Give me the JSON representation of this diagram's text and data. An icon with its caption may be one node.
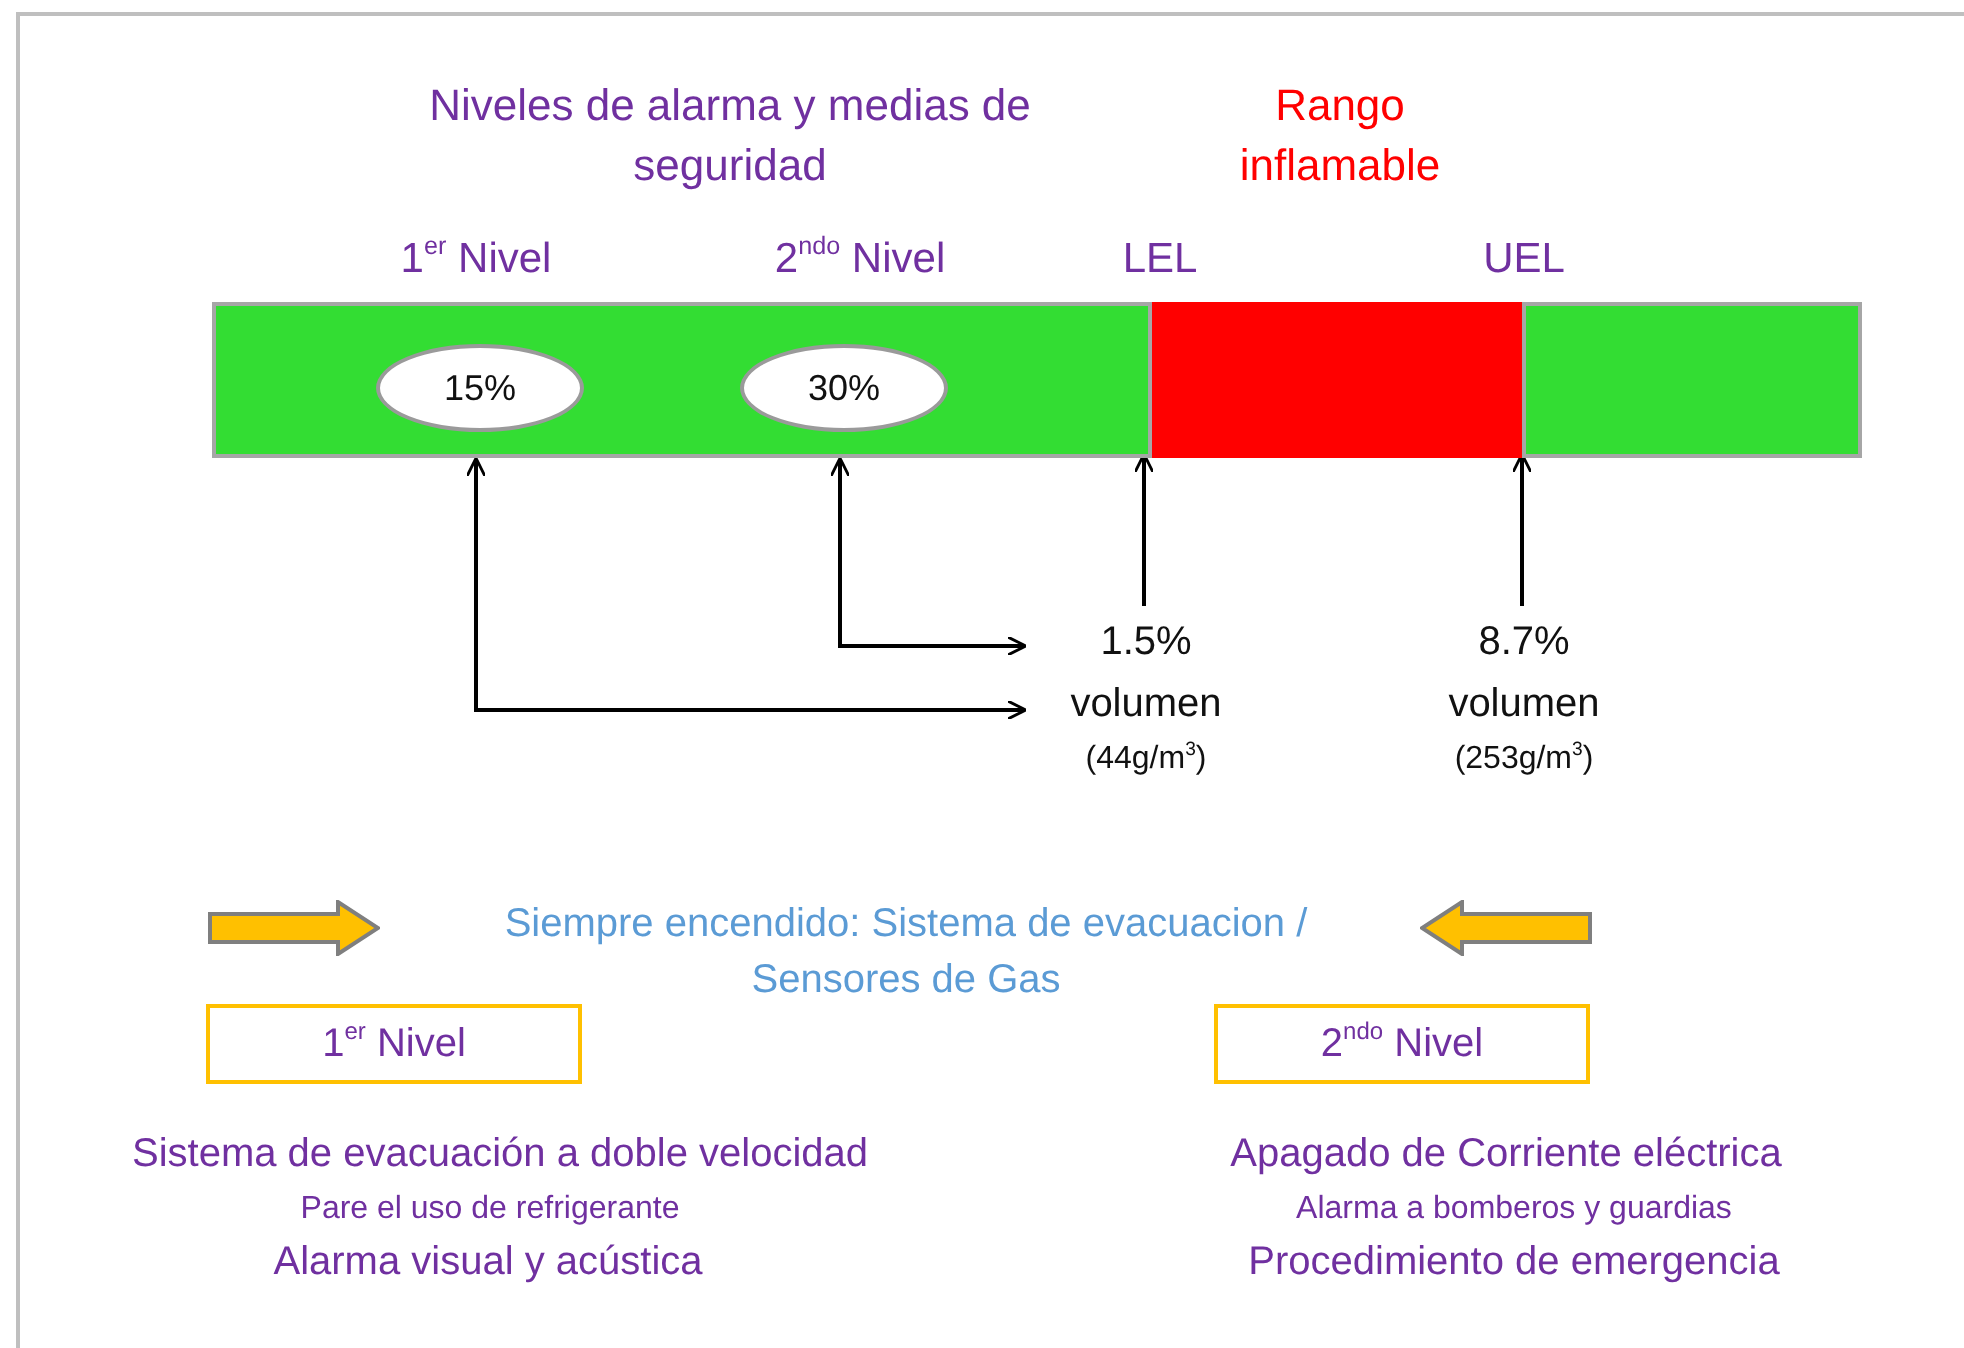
{
  "diagram": {
    "nodes": [
      {
        "text": [],
        "shape": "bar"
      },
      {
        "text": [],
        "shape": "box",
        "in": 0
      },
      {
        "text": [
          "15%"
        ],
        "in": 0
      },
      {
        "text": [
          "30%"
        ],
        "in": 0
      },
      {
        "text": [
          "1.5% volumen",
          "(44g/m$^{3}$)"
        ]
      },
      {
        "text": [
          "8.7% volumen",
          "(253g/m$^{3}$)"
        ]
      },
      {
        "text": [
          "1$^{er}$ Nivel"
        ]
      },
      {
        "text": [
          "2$^{ndo}$ Nivel"
        ]
      }
    ],
    "edges": [
      {
        "from": 4,
        "to": 2,
        "arrow": "both"
      },
      {
        "from": 4,
        "to": 3,
        "arrow": "both"
      },
      {
        "from": 4,
        "to": 1,
        "arrow": "to"
      },
      {
        "from": 5,
        "to": 1,
        "arrow": "to"
      }
    ],
    "labels": [
      "Niveles de alarma y medias de seguridad",
      "Rango inflamable",
      "1$^{er}$ Nivel",
      "2$^{ndo}$ Nivel",
      "LEL",
      "UEL",
      "Siempre encendido: Sistema de evacuacion / Sensores de Gas",
      "Sistema de evacuación a doble velocidad",
      "Pare el uso de refrigerante",
      "Alarma visual y acústica",
      "Apagado de Corriente eléctrica",
      "Alarma a bomberos y guardias",
      "Procedimiento de emergencia"
    ]
  }
}
